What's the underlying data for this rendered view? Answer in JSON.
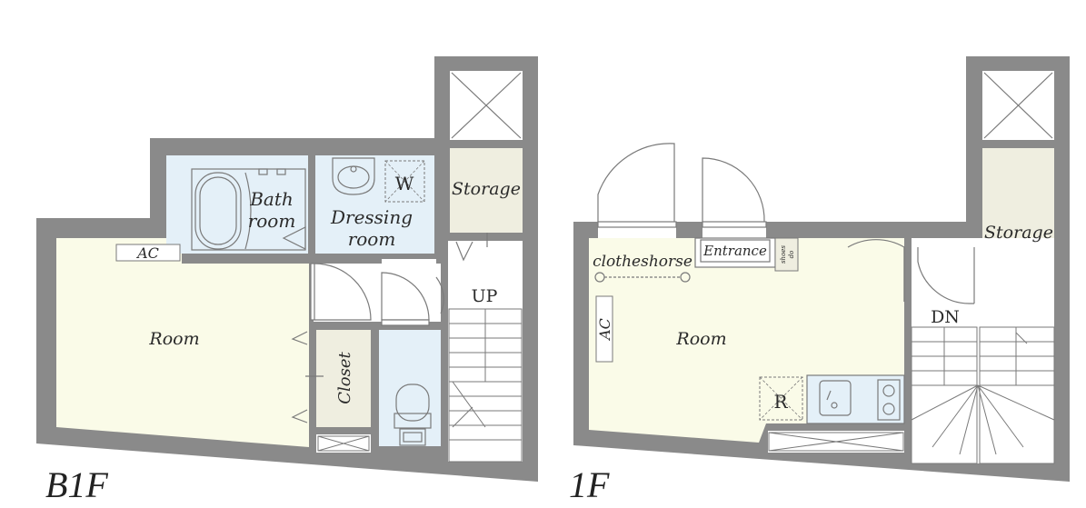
{
  "colors": {
    "wall": "#8a8a8a",
    "room": "#fafbe8",
    "wet": "#e4f0f8",
    "storage": "#efeee0",
    "line": "#7a7a7a"
  },
  "b1f": {
    "floor_label": "B1F",
    "rooms": {
      "room": "Room",
      "bath_line1": "Bath",
      "bath_line2": "room",
      "dressing_line1": "Dressing",
      "dressing_line2": "room",
      "storage": "Storage",
      "closet": "Closet"
    },
    "ac": "AC",
    "washer": "W",
    "stairs": "UP"
  },
  "f1": {
    "floor_label": "1F",
    "rooms": {
      "room": "Room",
      "storage": "Storage",
      "entrance": "Entrance"
    },
    "clotheshorse": "clotheshorse",
    "ac": "AC",
    "shoes_line1": "shoes",
    "shoes_line2": "do",
    "fridge": "R",
    "stairs": "DN"
  }
}
